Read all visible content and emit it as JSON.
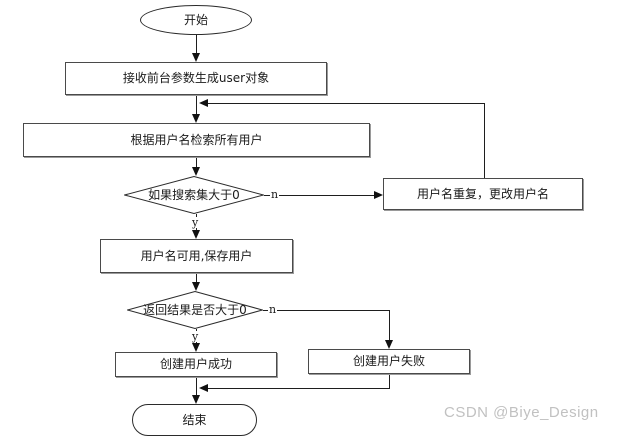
{
  "flowchart": {
    "title": "user-creation-flowchart",
    "nodes": {
      "start": {
        "label": "开始",
        "type": "terminator"
      },
      "receive": {
        "label": "接收前台参数生成user对象",
        "type": "process"
      },
      "search": {
        "label": "根据用户名检索所有用户",
        "type": "process"
      },
      "decision_search": {
        "label": "如果搜索集大于0",
        "type": "decision"
      },
      "rename": {
        "label": "用户名重复，更改用户名",
        "type": "process"
      },
      "save": {
        "label": "用户名可用,保存用户",
        "type": "process"
      },
      "decision_result": {
        "label": "返回结果是否大于0",
        "type": "decision"
      },
      "success": {
        "label": "创建用户成功",
        "type": "process"
      },
      "failure": {
        "label": "创建用户失败",
        "type": "process"
      },
      "end": {
        "label": "结束",
        "type": "terminator"
      }
    },
    "edge_labels": {
      "search_no": "n",
      "search_yes": "y",
      "result_no": "n",
      "result_yes": "y"
    },
    "colors": {
      "line": "#1e1e1e",
      "box_border": "#4a4a4a",
      "background": "#ffffff"
    }
  },
  "watermark": {
    "text": "CSDN @Biye_Design",
    "color": "#c1c1c1"
  }
}
